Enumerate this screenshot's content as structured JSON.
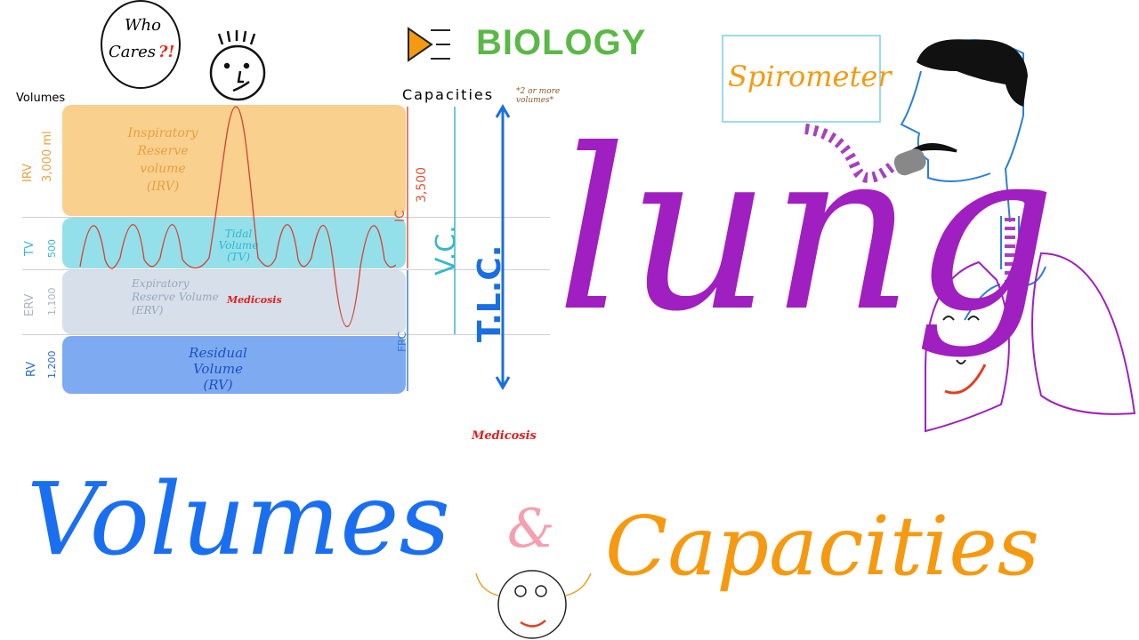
{
  "bubble": {
    "line1": "Who",
    "line2": "Cares",
    "mark": "?!"
  },
  "brand": {
    "icon": "play-triangle-list-icon",
    "label": "BIOLOGY"
  },
  "spirometer_label": "Spirometer",
  "diagram": {
    "volumes_heading": "Volumes",
    "capacities_heading": "Capacities",
    "capacities_note": "*2 or more volumes*",
    "bands": [
      {
        "abbr": "IRV",
        "value": "3,000 ml",
        "label": "Inspiratory Reserve volume (IRV)",
        "color": "#f9d08e"
      },
      {
        "abbr": "TV",
        "value": "500",
        "label": "Tidal Volume (TV)",
        "color": "#93e0ea"
      },
      {
        "abbr": "ERV",
        "value": "1,100",
        "label": "Expiratory Reserve Volume (ERV)",
        "color": "#d6dfea"
      },
      {
        "abbr": "RV",
        "value": "1,200",
        "label": "Residual Volume (RV)",
        "color": "#7eaaf2"
      }
    ],
    "capacities": [
      {
        "abbr": "IC",
        "value": "3,500",
        "color": "#e0533a"
      },
      {
        "abbr": "FRC",
        "color": "#3a7fd0"
      },
      {
        "abbr": "V.C.",
        "color": "#38b7c9"
      },
      {
        "abbr": "T.L.C.",
        "color": "#1a6fe0"
      }
    ],
    "watermark": "Medicosis"
  },
  "title": {
    "word1": "lung",
    "word2": "Volumes",
    "amp": "&",
    "word3": "Capacities"
  },
  "watermark2": "Medicosis",
  "colors": {
    "purple": "#a01fc0",
    "blue": "#1a6ff0",
    "orange": "#f59a10",
    "green": "#5ab946",
    "pink": "#f4a0b0"
  }
}
